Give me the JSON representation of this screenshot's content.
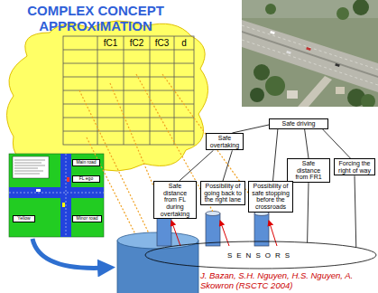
{
  "diagram": {
    "title": "COMPLEX CONCEPT APPROXIMATION",
    "nodes": [
      {
        "text": [
          "Safe driving"
        ]
      },
      {
        "text": [
          "Safe overtaking"
        ]
      },
      {
        "text": [
          "Safe distance from FR1"
        ]
      },
      {
        "text": [
          "Forcing the right of way"
        ]
      },
      {
        "text": [
          "Safe distance from FL during overtaking"
        ]
      },
      {
        "text": [
          "Possibility of going back to the right lane"
        ]
      },
      {
        "text": [
          "Possibility of safe stopping before the crossroads"
        ]
      },
      {
        "text": [
          "SENSORS"
        ]
      },
      {
        "text": [
          "Main road"
        ]
      },
      {
        "text": [
          "FL ego"
        ]
      },
      {
        "text": [
          "Yellow"
        ]
      },
      {
        "text": [
          "Minor road"
        ]
      }
    ],
    "edges": [
      {
        "from": 0,
        "to": 1,
        "arrow": "none"
      },
      {
        "from": 0,
        "to": 2,
        "arrow": "none"
      },
      {
        "from": 0,
        "to": 3,
        "arrow": "none"
      },
      {
        "from": 0,
        "to": 6,
        "arrow": "none"
      },
      {
        "from": 1,
        "to": 4,
        "arrow": "none"
      },
      {
        "from": 1,
        "to": 5,
        "arrow": "none"
      },
      {
        "from": 7,
        "to": 2,
        "arrow": "none"
      },
      {
        "from": 7,
        "to": 3,
        "arrow": "none"
      }
    ],
    "labels": [
      "fC1",
      "fC2",
      "fC3",
      "d",
      "J. Bazan, S.H. Nguyen, H.S. Nguyen, A. Skowron (RSCTC 2004)"
    ]
  }
}
